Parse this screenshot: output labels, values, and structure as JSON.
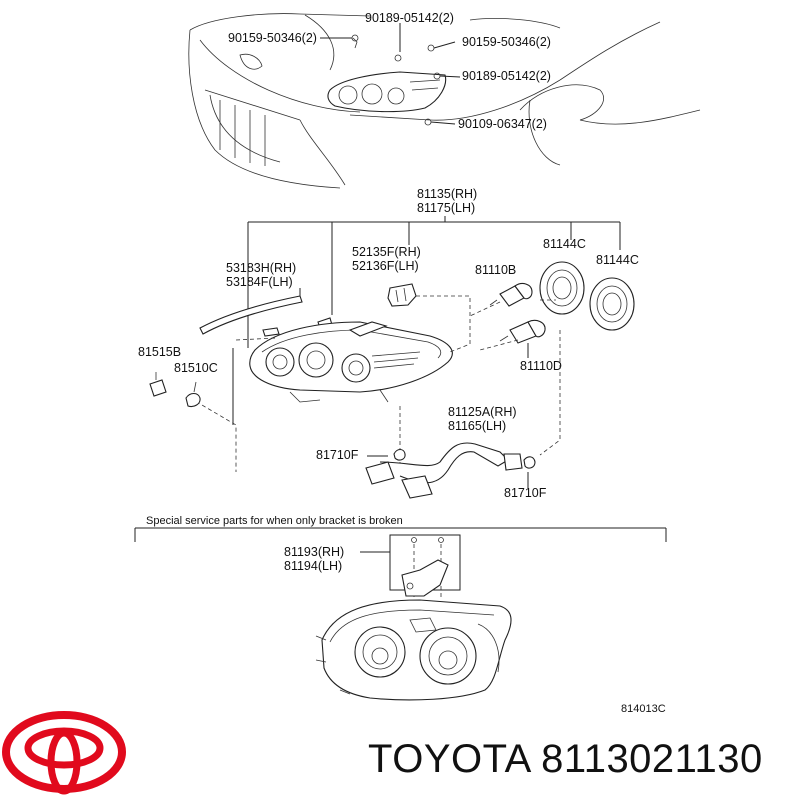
{
  "diagram": {
    "top_labels": {
      "p90189_top": "90189-05142(2)",
      "p90159_left": "90159-50346(2)",
      "p90159_right": "90159-50346(2)",
      "p90189_right": "90189-05142(2)",
      "p90109": "90109-06347(2)"
    },
    "assembly": {
      "rh": "81135(RH)",
      "lh": "81175(LH)"
    },
    "parts": {
      "p53183": "53183H(RH)",
      "p53184": "53184F(LH)",
      "p52135": "52135F(RH)",
      "p52136": "52136F(LH)",
      "p81110b": "81110B",
      "p81144c_1": "81144C",
      "p81144c_2": "81144C",
      "p81515b": "81515B",
      "p81510c": "81510C",
      "p81110d": "81110D",
      "p81125a": "81125A(RH)",
      "p81165": "81165(LH)",
      "p81710f_1": "81710F",
      "p81710f_2": "81710F"
    },
    "service": {
      "note": "Special service parts for when only bracket is broken",
      "p81193": "81193(RH)",
      "p81194": "81194(LH)",
      "code": "814013C"
    }
  },
  "brand": {
    "logo": "toyota-logo",
    "caption": "TOYOTA 8113021130",
    "logo_color": "#e10a1d"
  }
}
